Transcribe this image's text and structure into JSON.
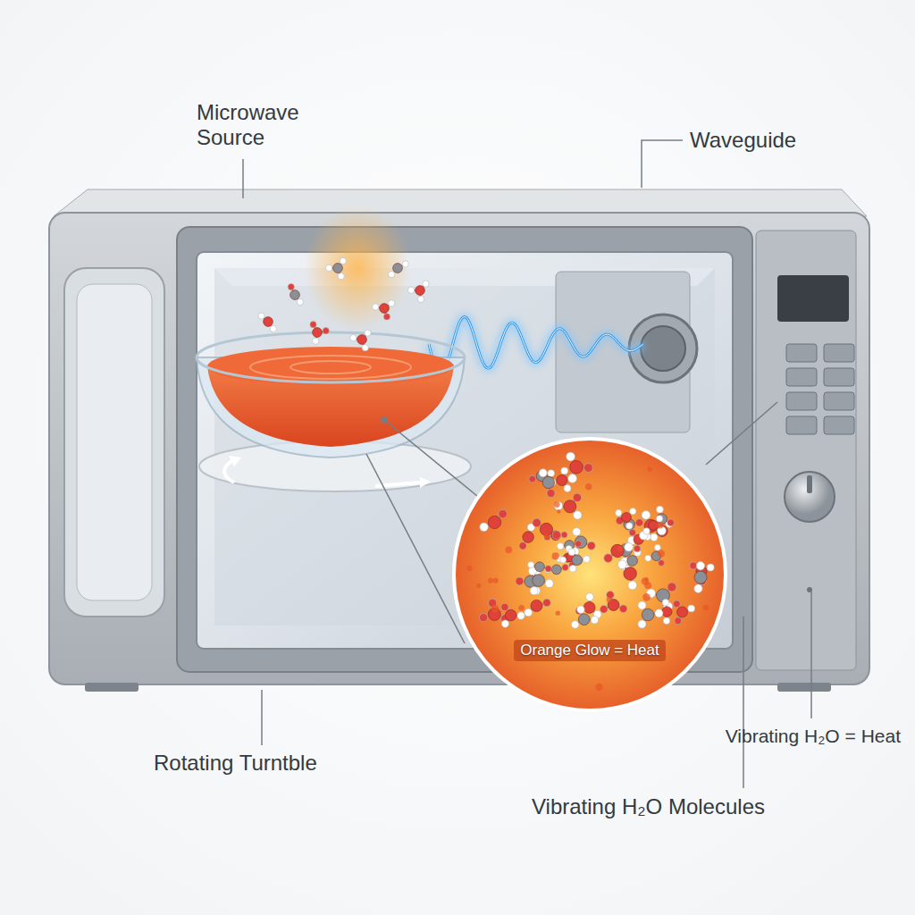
{
  "diagram": {
    "nodes": [
      {
        "text": [
          "Orange Glow = Heat"
        ]
      }
    ],
    "labels": [
      "Microwave Source",
      "Waveguide",
      "Rotating Turntble",
      "Vibrating H₂O = Heat",
      "Vibrating H₂O Molecules"
    ]
  }
}
